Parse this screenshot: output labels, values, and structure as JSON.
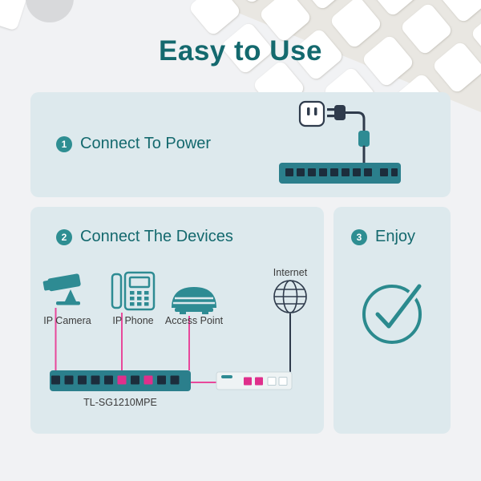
{
  "title": "Easy to Use",
  "steps": [
    {
      "num": "1",
      "label": "Connect To Power"
    },
    {
      "num": "2",
      "label": "Connect The Devices"
    },
    {
      "num": "3",
      "label": "Enjoy"
    }
  ],
  "diagram": {
    "devices": [
      {
        "label": "IP Camera"
      },
      {
        "label": "IP Phone"
      },
      {
        "label": "Access Point"
      },
      {
        "label": "Internet"
      }
    ],
    "switch_model": "TL-SG1210MPE"
  },
  "colors": {
    "teal_text": "#14696e",
    "badge_teal": "#2e8e92",
    "panel_bg": "#dde9ed",
    "icon_teal": "#2e8b93",
    "switch_teal": "#2b7f8c",
    "port_dark": "#1c2d3c",
    "cable_pink": "#e8489b",
    "port_pink": "#df2f8b",
    "outline_dark": "#2f3b4c"
  }
}
